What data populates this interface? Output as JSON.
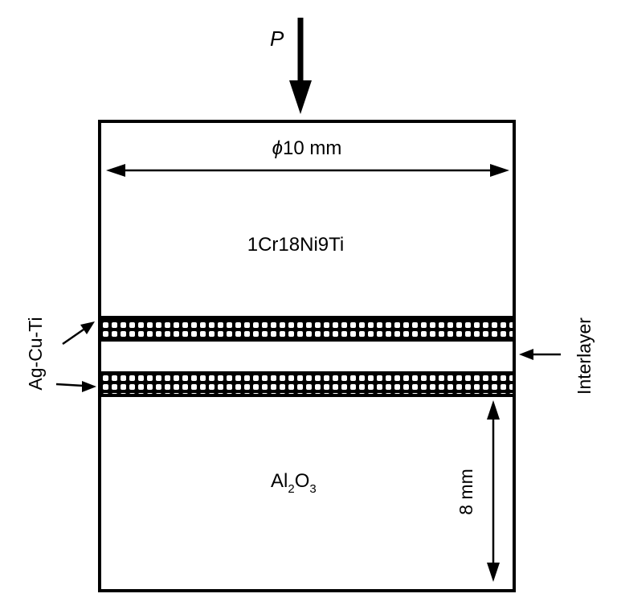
{
  "labels": {
    "load": "P",
    "diameter_symbol": "ϕ",
    "diameter_value": "10 mm",
    "top_material": "1Cr18Ni9Ti",
    "bottom_material_base": "Al",
    "bottom_material_sub1": "2",
    "bottom_material_mid": "O",
    "bottom_material_sub2": "3",
    "height_dim": "8 mm",
    "filler": "Ag-Cu-Ti",
    "interlayer": "Interlayer"
  },
  "colors": {
    "line": "#000000",
    "background": "#ffffff"
  }
}
